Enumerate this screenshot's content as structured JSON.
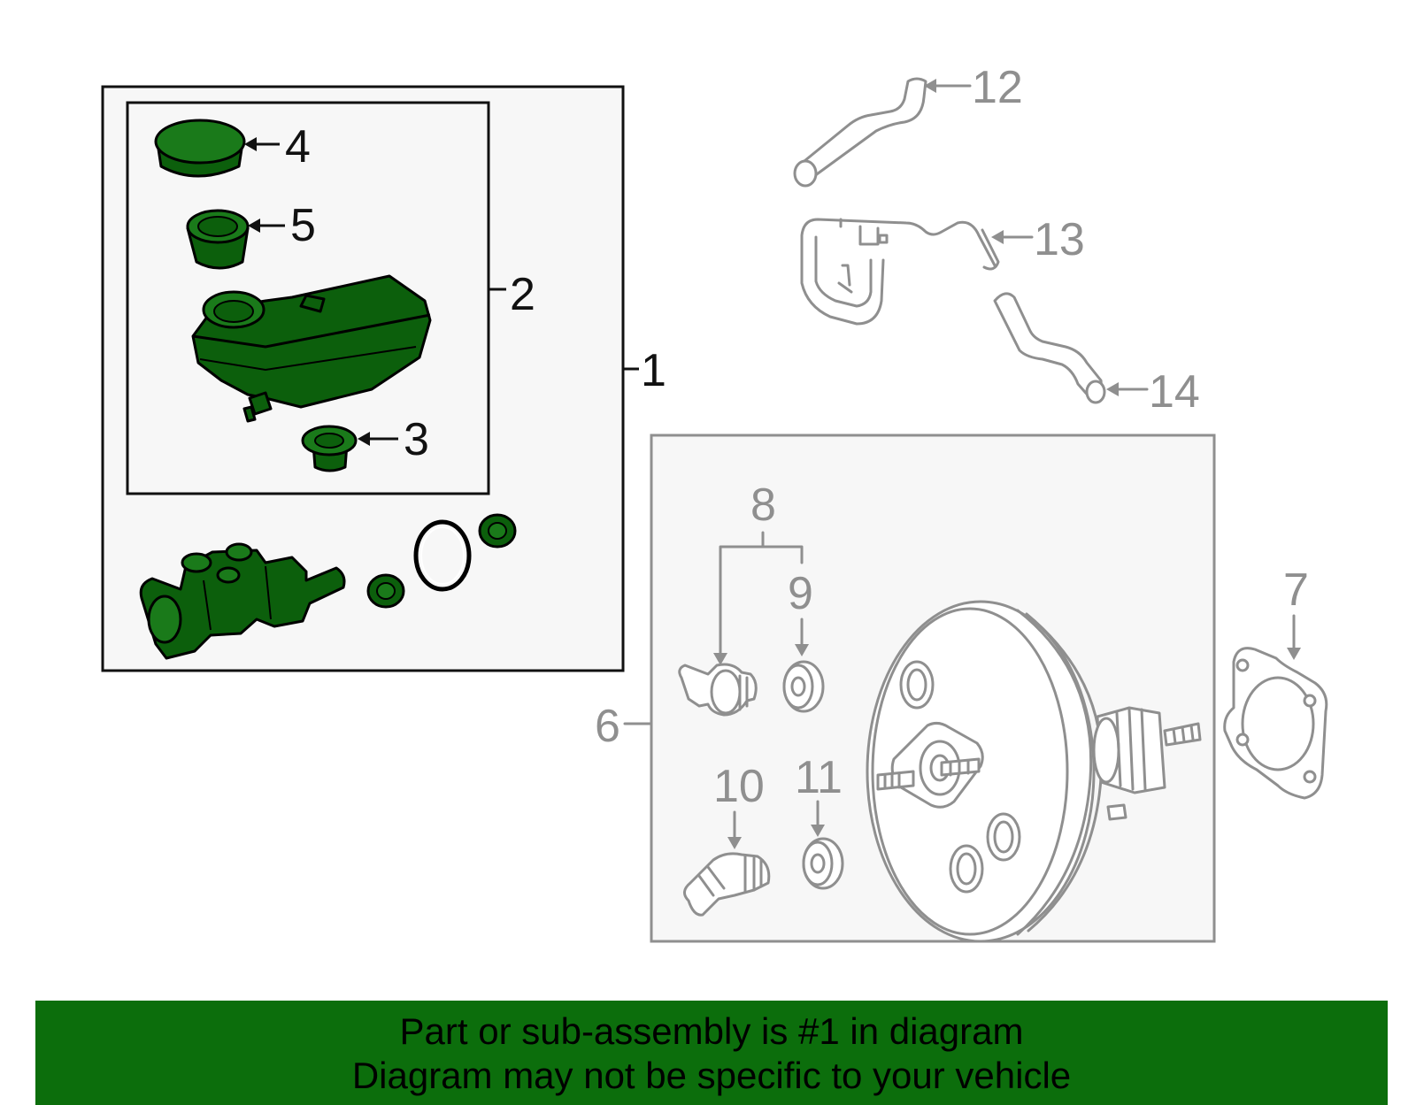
{
  "callouts": {
    "c1": "1",
    "c2": "2",
    "c3": "3",
    "c4": "4",
    "c5": "5",
    "c6": "6",
    "c7": "7",
    "c8": "8",
    "c9": "9",
    "c10": "10",
    "c11": "11",
    "c12": "12",
    "c13": "13",
    "c14": "14"
  },
  "banner": {
    "line1": "Part or sub-assembly is #1 in diagram",
    "line2": "Diagram may not be specific to your vehicle"
  },
  "colors": {
    "highlight_part": "#0c5f0c",
    "banner": "#0c6e0c",
    "other_parts": "#8f8f8f"
  }
}
